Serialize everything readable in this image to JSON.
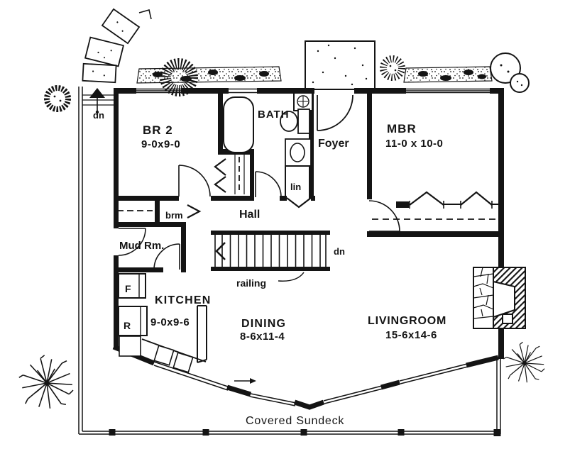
{
  "colors": {
    "ink": "#141414",
    "paper": "#ffffff"
  },
  "rooms": {
    "br2": {
      "name": "BR 2",
      "dims": "9-0x9-0"
    },
    "bath": {
      "name": "BATH"
    },
    "foyer": {
      "name": "Foyer"
    },
    "mbr": {
      "name": "MBR",
      "dims": "11-0 x 10-0"
    },
    "hall": {
      "name": "Hall"
    },
    "mudroom": {
      "name": "Mud Rm."
    },
    "kitchen": {
      "name": "KITCHEN",
      "dims": "9-0x9-6"
    },
    "dining": {
      "name": "DINING",
      "dims": "8-6x11-4"
    },
    "living": {
      "name": "LIVINGROOM",
      "dims": "15-6x14-6"
    },
    "sundeck": {
      "name": "Covered Sundeck"
    }
  },
  "labels": {
    "walkway_down": "dn",
    "stairs_down": "dn",
    "linen_closet": "lin",
    "broom_closet": "brm",
    "railing": "railing",
    "freezer": "F",
    "range": "R"
  }
}
